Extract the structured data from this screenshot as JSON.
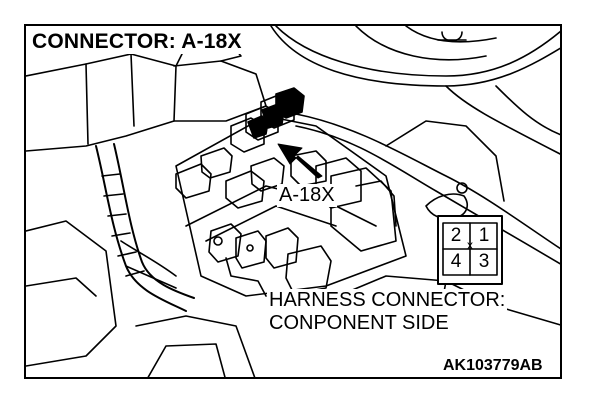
{
  "diagram": {
    "title": "CONNECTOR: A-18X",
    "callout_label": "A-18X",
    "harness_line1": "HARNESS CONNECTOR:",
    "harness_line2": "CONPONENT SIDE",
    "figure_id": "AK103779",
    "figure_suffix": "AB",
    "connector_pins": [
      "2",
      "1",
      "4",
      "3"
    ],
    "connector_center_mark": "x"
  }
}
